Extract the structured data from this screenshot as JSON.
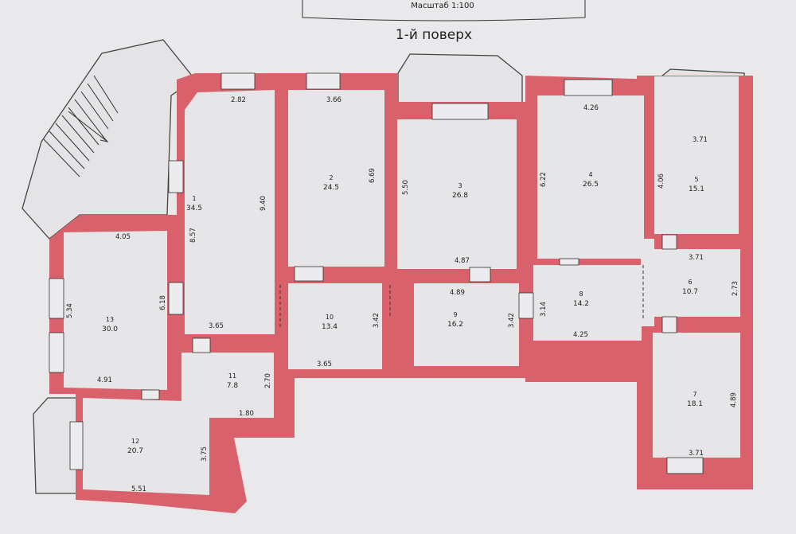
{
  "header": {
    "scale": "Масштаб 1:100",
    "floor": "1-й поверх"
  },
  "rooms": [
    {
      "num": "1",
      "area": "34.5"
    },
    {
      "num": "2",
      "area": "24.5"
    },
    {
      "num": "3",
      "area": "26.8"
    },
    {
      "num": "4",
      "area": "26.5"
    },
    {
      "num": "5",
      "area": "15.1"
    },
    {
      "num": "6",
      "area": "10.7"
    },
    {
      "num": "7",
      "area": "18.1"
    },
    {
      "num": "8",
      "area": "14.2"
    },
    {
      "num": "9",
      "area": "16.2"
    },
    {
      "num": "10",
      "area": "13.4"
    },
    {
      "num": "11",
      "area": "7.8"
    },
    {
      "num": "12",
      "area": "20.7"
    },
    {
      "num": "13",
      "area": "30.0"
    }
  ],
  "dimensions": {
    "r1_top": "2.82",
    "r1_side": "9.40",
    "r1_left": "8.57",
    "r1_bottom": "3.65",
    "r2_top": "3.66",
    "r2_side": "6.69",
    "r3_side": "5.50",
    "r3_bottom": "4.87",
    "r4_top": "4.26",
    "r4_side": "6.22",
    "r5_top": "3.71",
    "r5_side": "4.06",
    "r6_top": "3.71",
    "r6_side": "2.73",
    "r7_side": "4.89",
    "r7_bottom": "3.71",
    "r8_side": "3.14",
    "r8_bottom": "4.25",
    "r9_top": "4.89",
    "r9_side": "3.42",
    "r10_side": "3.42",
    "r10_bottom": "3.65",
    "r11_side": "2.70",
    "r11_bottom": "1.80",
    "r12_side": "3.75",
    "r12_bottom": "5.51",
    "r13_top": "4.05",
    "r13_side": "6.18",
    "r13_left": "5.34",
    "r13_bottom": "4.91"
  }
}
